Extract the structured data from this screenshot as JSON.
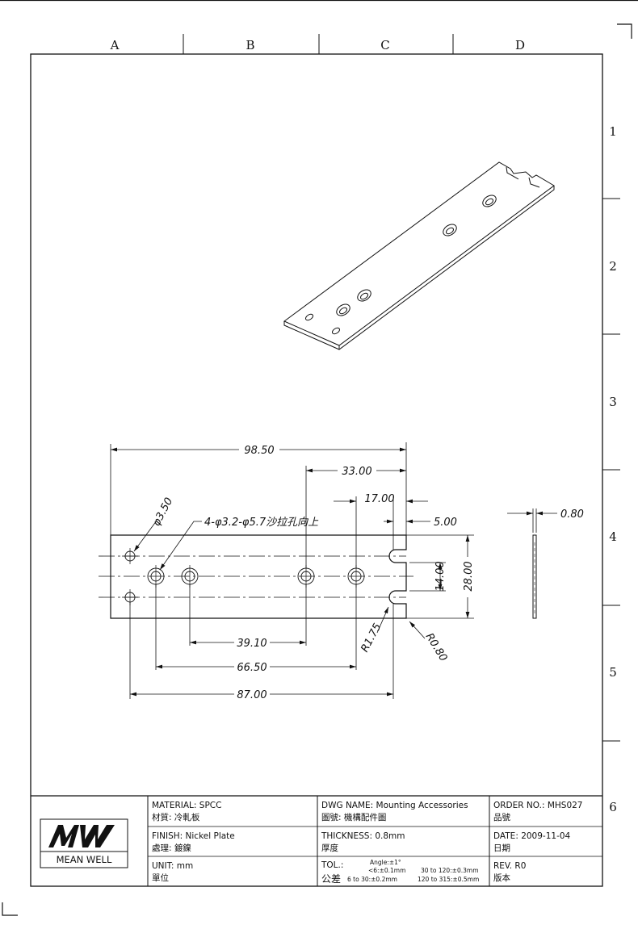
{
  "zones": {
    "columns": [
      "A",
      "B",
      "C",
      "D"
    ],
    "rows": [
      "1",
      "2",
      "3",
      "4",
      "5",
      "6"
    ]
  },
  "dimensions": {
    "overall_length": "98.50",
    "span_33": "33.00",
    "span_17": "17.00",
    "slot_5": "5.00",
    "thickness": "0.80",
    "hole_small": "φ3.50",
    "hole_note": "4-φ3.2-φ5.7沙拉孔向上",
    "span_14": "14.00",
    "width_28": "28.00",
    "span_39": "39.10",
    "span_66": "66.50",
    "span_87": "87.00",
    "radius_175": "R1.75",
    "radius_080": "R0.80"
  },
  "title_block": {
    "logo_text": "MEAN WELL",
    "material_en": "MATERIAL: SPCC",
    "material_zh": "材質: 冷軋板",
    "finish_en": "FINISH: Nickel Plate",
    "finish_zh": "處理: 鍍鎳",
    "unit_en": "UNIT: mm",
    "unit_zh": "單位",
    "dwg_name_en": "DWG NAME: Mounting Accessories",
    "dwg_name_zh": "圖號: 機構配件圖",
    "thickness_en": "THICKNESS: 0.8mm",
    "thickness_zh": "厚度",
    "tol_label": "TOL.:",
    "tol_zh": "公差",
    "tol_angle": "Angle:±1°",
    "tol_1": "<6:±0.1mm",
    "tol_2": "6 to  30:±0.2mm",
    "tol_3": "30 to 120:±0.3mm",
    "tol_4": "120 to 315:±0.5mm",
    "order_en": "ORDER NO.: MHS027",
    "order_zh": "品號",
    "date_en": "DATE: 2009-11-04",
    "date_zh": "日期",
    "rev_en": "REV. R0",
    "rev_zh": "版本"
  }
}
